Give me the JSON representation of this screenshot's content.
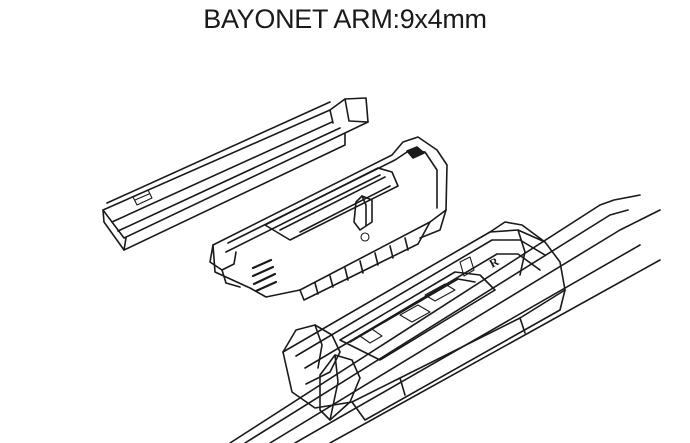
{
  "title": "BAYONET ARM:9x4mm",
  "parts": {
    "arm": "bayonet-arm",
    "adapter": "adapter-clip",
    "blade": "wiper-blade"
  }
}
